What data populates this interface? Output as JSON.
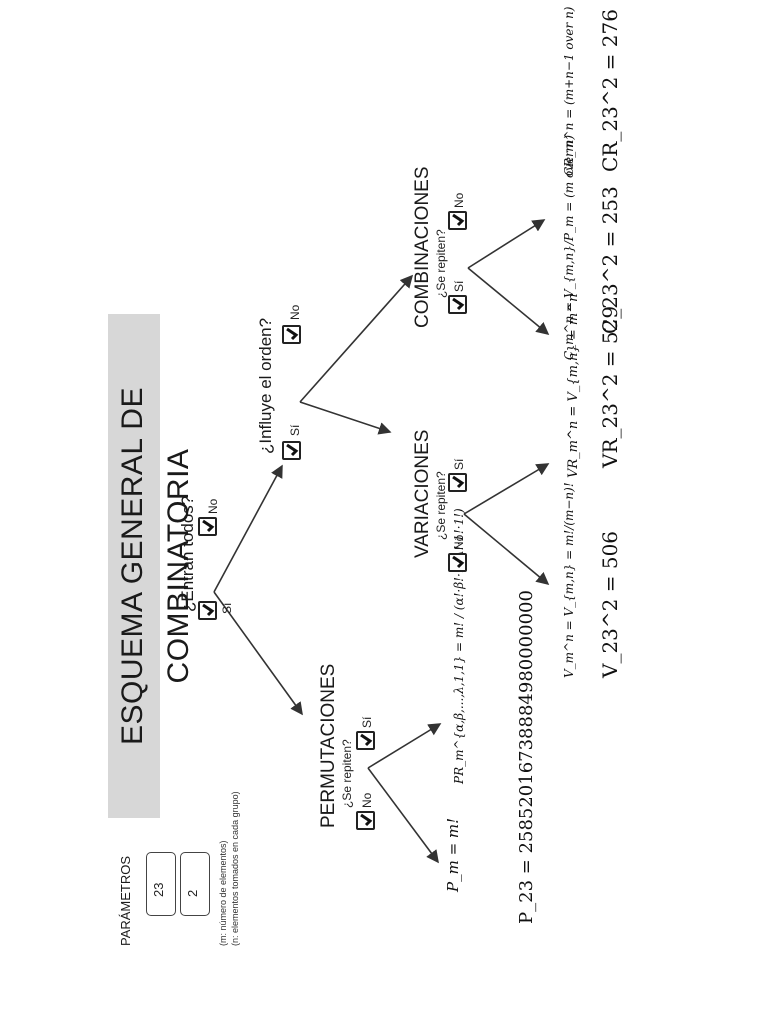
{
  "title": "ESQUEMA GENERAL DE COMBINATORIA",
  "params": {
    "heading": "PARÁMETROS",
    "m_label": "m",
    "m_value": "23",
    "n_label": "n",
    "n_value": "2",
    "note_m": "(m: número de elementos)",
    "note_n": "(n: elementos tomados en cada grupo)"
  },
  "root": {
    "question": "¿Entran todos?",
    "yes": "Sí",
    "no": "No"
  },
  "order": {
    "question": "¿Influye el orden?",
    "yes": "Sí",
    "no": "No"
  },
  "permutaciones": {
    "label": "PERMUTACIONES",
    "question": "¿Se repiten?",
    "no": "No",
    "yes": "Sí",
    "formula_simple": "P_m = m!",
    "formula_rep": "PR_m^{α,β,...,λ,1,1} = m! / (α!·β!·...·λ!·1!·1!)",
    "result": "P_23 = 25852016738884980000000"
  },
  "variaciones": {
    "label": "VARIACIONES",
    "question": "¿Se repiten?",
    "no": "No",
    "yes": "Sí",
    "formula_simple": "V_m^n = V_{m,n} = m!/(m−n)!",
    "formula_rep": "VR_m^n = V_{m,n} = m^n",
    "result_simple": "V_23^2 = 506",
    "result_rep": "VR_23^2 = 529"
  },
  "combinaciones": {
    "label": "COMBINACIONES",
    "question": "¿Se repiten?",
    "yes": "Sí",
    "no": "No",
    "formula_simple": "C_m^n = V_{m,n}/P_m = (m over n)",
    "formula_rep": "CR_m^n = (m+n−1 over n)",
    "result_simple": "C_23^2 = 253",
    "result_rep": "CR_23^2 = 276"
  }
}
